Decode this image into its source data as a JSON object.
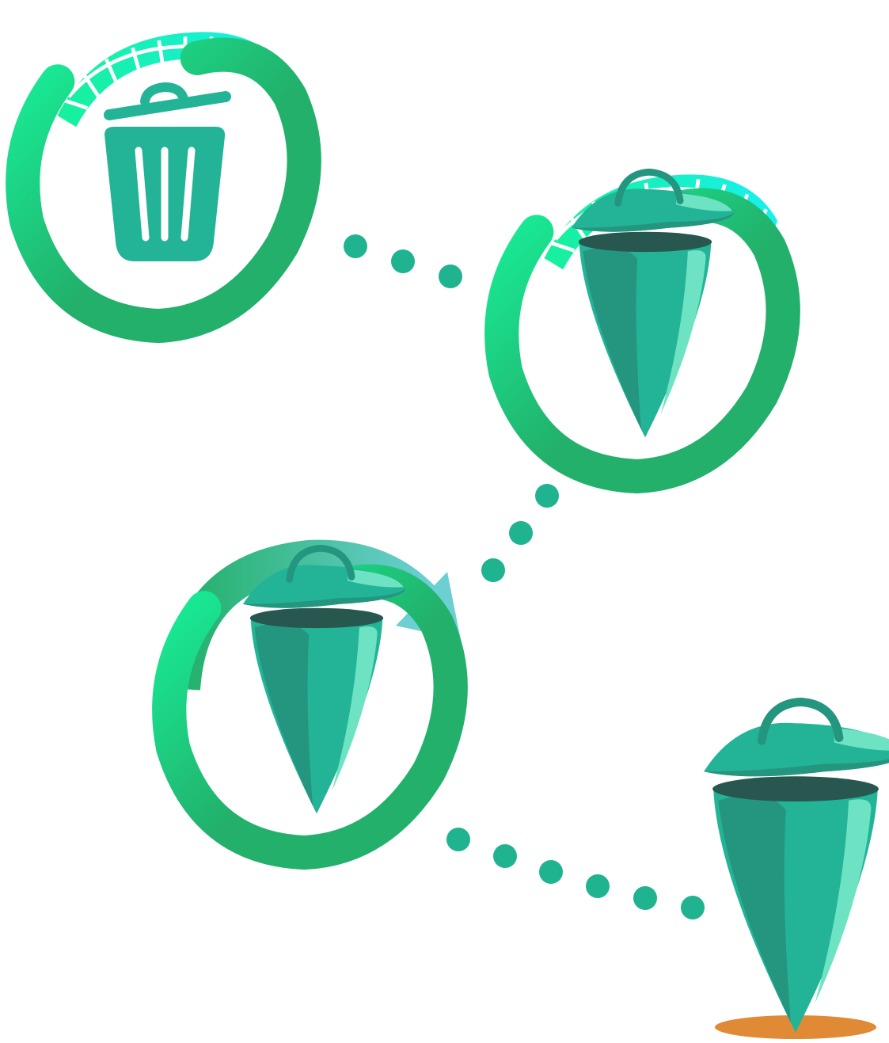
{
  "colors": {
    "background": "#ffffff",
    "ring_green": "#22b06a",
    "ring_light": "#17f09a",
    "grid_cyan": "#18f0ee",
    "teal_body": "#23b497",
    "teal_dark": "#249680",
    "teal_highlight": "#6de3c4",
    "rim_dark": "#27574e",
    "dots": "#20b390",
    "arrow_light": "#6dcfd2",
    "shadow_orange": "#e08a35"
  },
  "stages": [
    {
      "name": "stage-1",
      "icon": "trash-can-icon",
      "ring": "swirl-ring-icon",
      "decor": "cyan-grid-ribbon-icon"
    },
    {
      "name": "stage-2",
      "icon": "cone-trash-bin-icon",
      "ring": "swirl-ring-icon",
      "decor": "cyan-grid-ribbon-icon"
    },
    {
      "name": "stage-3",
      "icon": "cone-trash-bin-icon",
      "ring": "swirl-ring-icon",
      "decor": "curved-arrow-icon"
    },
    {
      "name": "stage-4",
      "icon": "cone-trash-bin-icon",
      "ring": "",
      "decor": "orange-shadow-icon"
    }
  ],
  "connectors": [
    {
      "name": "dots-1-to-2",
      "count": 3
    },
    {
      "name": "dots-2-to-3",
      "count": 3
    },
    {
      "name": "dots-3-to-4",
      "count": 6
    }
  ]
}
